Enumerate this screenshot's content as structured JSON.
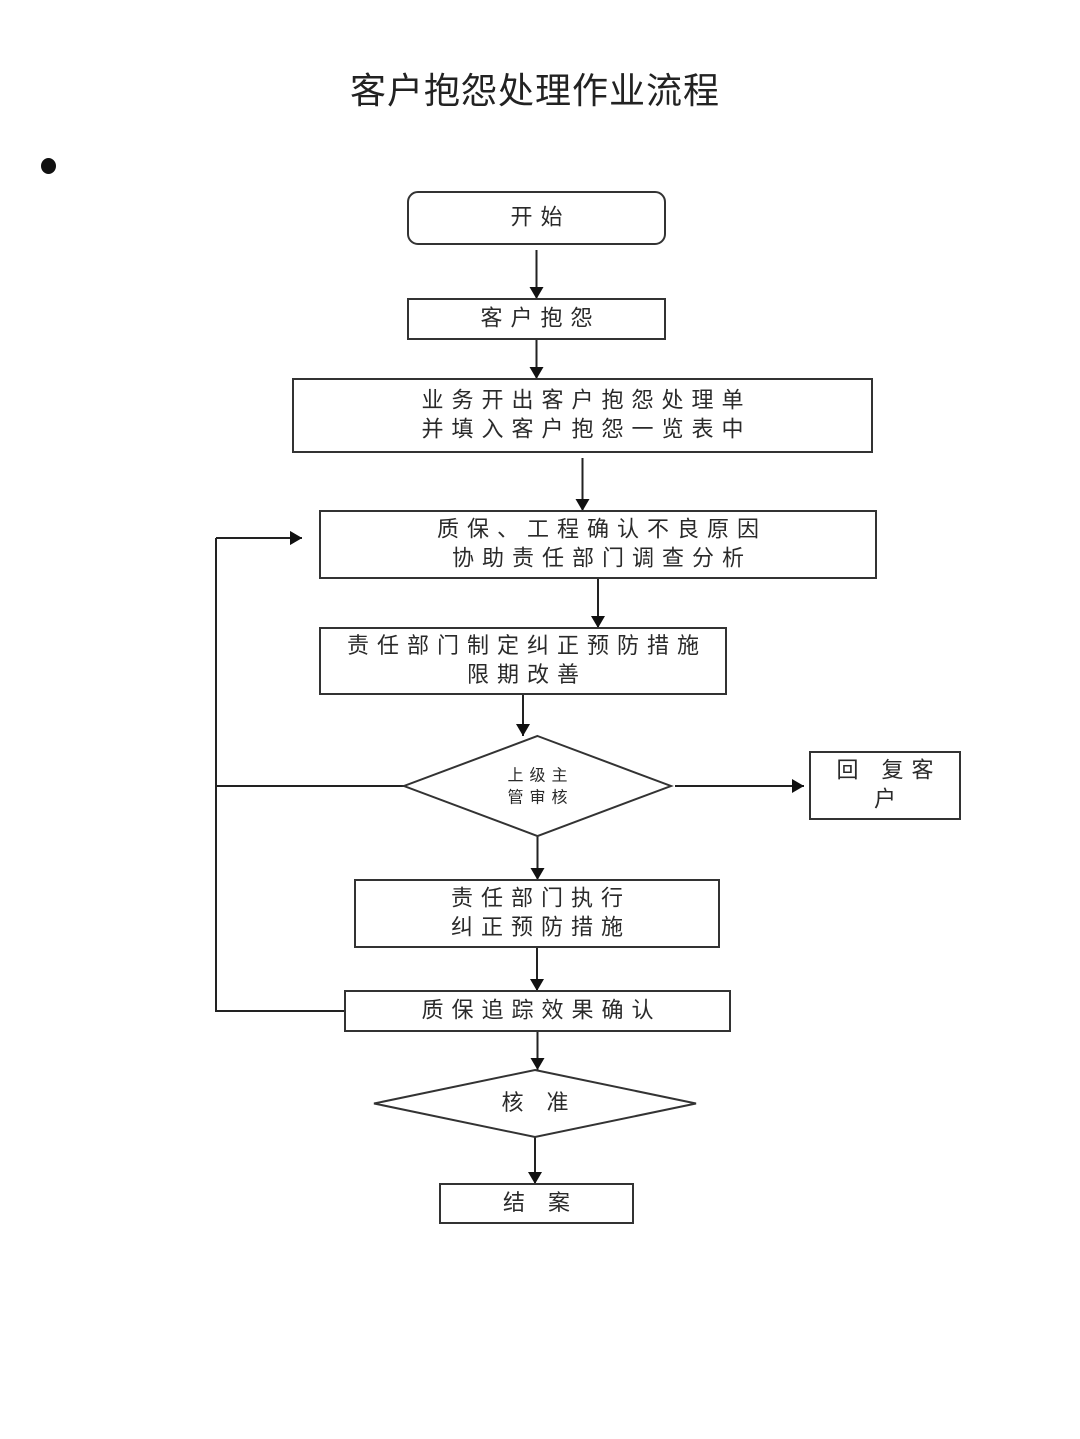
{
  "title": "客户抱怨处理作业流程",
  "nodes": [
    {
      "id": "start",
      "shape": "rounded",
      "lines": [
        "开始"
      ]
    },
    {
      "id": "complaint",
      "shape": "rect",
      "lines": [
        "客户抱怨"
      ]
    },
    {
      "id": "issue-form",
      "shape": "rect",
      "lines": [
        "业务开出客户抱怨处理单",
        "并填入客户抱怨一览表中"
      ]
    },
    {
      "id": "confirm-cause",
      "shape": "rect",
      "lines": [
        "质保、工程确认不良原因",
        "协助责任部门调查分析"
      ]
    },
    {
      "id": "define-measures",
      "shape": "rect",
      "lines": [
        "责任部门制定纠正预防措施",
        "限期改善"
      ]
    },
    {
      "id": "supervisor-review",
      "shape": "diamond",
      "lines": [
        "上级主",
        "管审核"
      ]
    },
    {
      "id": "reply-customer",
      "shape": "rect",
      "lines": [
        "回 复客",
        "户"
      ]
    },
    {
      "id": "execute-measures",
      "shape": "rect",
      "lines": [
        "责任部门执行",
        "纠正预防措施"
      ]
    },
    {
      "id": "track-effect",
      "shape": "rect",
      "lines": [
        "质保追踪效果确认"
      ]
    },
    {
      "id": "approve",
      "shape": "diamond",
      "lines": [
        "核 准"
      ]
    },
    {
      "id": "close-case",
      "shape": "rect",
      "lines": [
        "结 案"
      ]
    }
  ],
  "edges": [
    {
      "from": "start",
      "to": "complaint"
    },
    {
      "from": "complaint",
      "to": "issue-form"
    },
    {
      "from": "issue-form",
      "to": "confirm-cause"
    },
    {
      "from": "confirm-cause",
      "to": "define-measures"
    },
    {
      "from": "define-measures",
      "to": "supervisor-review"
    },
    {
      "from": "supervisor-review",
      "to": "reply-customer"
    },
    {
      "from": "supervisor-review",
      "to": "confirm-cause",
      "type": "loop"
    },
    {
      "from": "supervisor-review",
      "to": "execute-measures"
    },
    {
      "from": "execute-measures",
      "to": "track-effect"
    },
    {
      "from": "track-effect",
      "to": "confirm-cause",
      "type": "loop"
    },
    {
      "from": "track-effect",
      "to": "approve"
    },
    {
      "from": "approve",
      "to": "close-case"
    }
  ]
}
